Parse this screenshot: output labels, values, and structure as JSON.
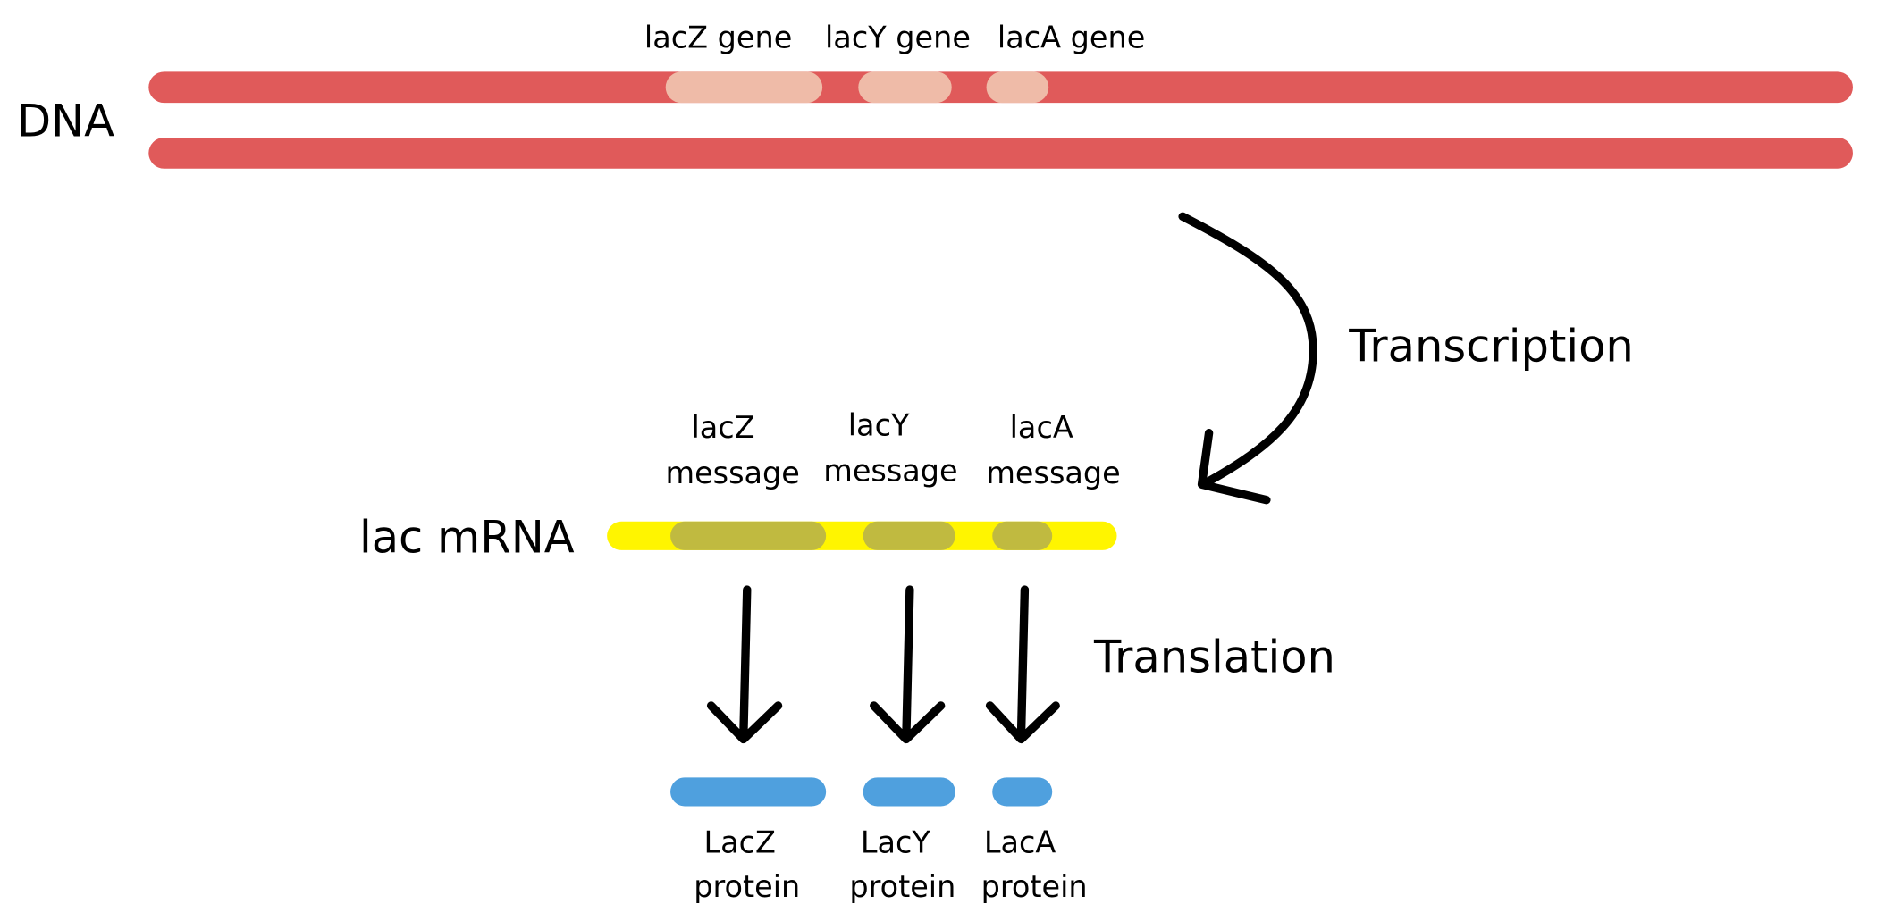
{
  "colors": {
    "dna": "#E05A5A",
    "gene": "#EFBBA8",
    "mrna": "#FFF500",
    "message": "#C0BA40",
    "protein": "#4FA0DE",
    "arrow": "#000000"
  },
  "dna": {
    "label": "DNA",
    "genes": [
      {
        "label": "lacZ gene"
      },
      {
        "label": "lacY gene"
      },
      {
        "label": "lacA gene"
      }
    ]
  },
  "transcription": {
    "label": "Transcription"
  },
  "mrna": {
    "label": "lac mRNA",
    "messages": [
      {
        "line1": "lacZ",
        "line2": "message"
      },
      {
        "line1": "lacY",
        "line2": "message"
      },
      {
        "line1": "lacA",
        "line2": "message"
      }
    ]
  },
  "translation": {
    "label": "Translation"
  },
  "proteins": [
    {
      "line1": "LacZ",
      "line2": "protein"
    },
    {
      "line1": "LacY",
      "line2": "protein"
    },
    {
      "line1": "LacA",
      "line2": "protein"
    }
  ]
}
